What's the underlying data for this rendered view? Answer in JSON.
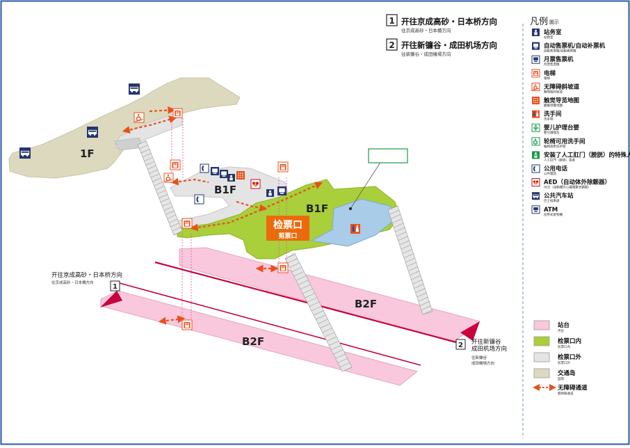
{
  "directions": [
    {
      "num": "1",
      "main": "开往京成高砂・日本桥方向",
      "sub": "往京成高砂・日本橋方向"
    },
    {
      "num": "2",
      "main": "开往新镰谷・成田机场方向",
      "sub": "往新鎌谷・成田機場方向"
    }
  ],
  "legend": {
    "title": "凡例",
    "title_sub": "圖示",
    "items": [
      {
        "icon": "station-office-icon",
        "label": "站务室",
        "sub": "站務室"
      },
      {
        "icon": "ticket-machine-icon",
        "label": "自动售票机/自动补票机",
        "sub": "自動售票機/自動補票機"
      },
      {
        "icon": "pass-ticket-machine-icon",
        "label": "月票售票机",
        "sub": "月票售票機"
      },
      {
        "icon": "elevator-icon",
        "label": "电梯",
        "sub": "電梯"
      },
      {
        "icon": "ramp-icon",
        "label": "无障碍斜坡道",
        "sub": "無障礙斜坡道"
      },
      {
        "icon": "tactile-map-icon",
        "label": "触觉导览地图",
        "sub": "觸覺導覽地圖"
      },
      {
        "icon": "restroom-icon",
        "label": "洗手间",
        "sub": "洗手間"
      },
      {
        "icon": "baby-care-icon",
        "label": "婴儿护理台婴",
        "sub": "嬰兒護理台"
      },
      {
        "icon": "wheelchair-toilet-icon",
        "label": "轮椅可用洗手间",
        "sub": "輪椅適用洗手間"
      },
      {
        "icon": "ostomate-icon",
        "label": "安装了人工肛门（膀胱）的特殊人厕",
        "sub": "人工肛門（膀胱）患者"
      },
      {
        "icon": "phone-icon",
        "label": "公用电话",
        "sub": "公共電話"
      },
      {
        "icon": "aed-icon",
        "label": "AED（自动体外除颤器）",
        "sub": "AED（自動體外心臟電擊去顫器）"
      },
      {
        "icon": "bus-icon",
        "label": "公共汽车站",
        "sub": "巴士候車處"
      },
      {
        "icon": "atm-icon",
        "label": "ATM",
        "sub": "投幣式寄物櫃"
      }
    ],
    "areas": [
      {
        "color": "#f9c8dc",
        "label": "站台",
        "sub": "月台"
      },
      {
        "color": "#a9cf3a",
        "label": "检票口内",
        "sub": "剪票口內"
      },
      {
        "color": "#e4e4e4",
        "label": "检票口外",
        "sub": "剪票口外"
      },
      {
        "color": "#ddd9bf",
        "label": "交通岛",
        "sub": "圓環"
      }
    ],
    "path": {
      "label": "无障碍通道",
      "sub": "無障礙通道"
    }
  },
  "map": {
    "floor_1f": "1F",
    "floor_b1f_left": "B1F",
    "floor_b1f_right": "B1F",
    "floor_b2f_upper": "B2F",
    "floor_b2f_lower": "B2F",
    "gate_main": "检票口",
    "gate_sub": "剪票口",
    "dir1_num": "1",
    "dir1_main": "开往京成高砂・日本桥方向",
    "dir1_sub": "往京成高砂・日本橋方向",
    "dir2_num": "2",
    "dir2_main": "开往新镰谷",
    "dir2_main2": "成田机场方向",
    "dir2_sub": "往新鎌谷",
    "dir2_sub2": "成田機場方向"
  },
  "colors": {
    "platform": "#f9c8dc",
    "inside_gate": "#a9cf3a",
    "outside_gate": "#e4e4e4",
    "traffic_island": "#ddd9bf",
    "restroom_area": "#a9cce8",
    "gate_label": "#ec6a0c",
    "track": "#c8003c",
    "path": "#e8501c",
    "icon_navy": "#23356e"
  }
}
